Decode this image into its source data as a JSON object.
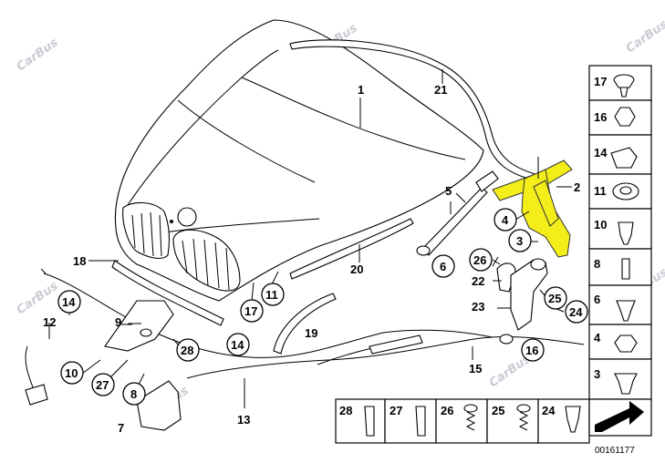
{
  "diagram_id": "00161177",
  "watermark": "CarBus",
  "colors": {
    "highlight": "#f3ee1a",
    "ink": "#000000",
    "watermark": "#c9ccd3"
  },
  "callouts": {
    "c1": "1",
    "c2": "2",
    "c3": "3",
    "c4": "4",
    "c5": "5",
    "c6": "6",
    "c7": "7",
    "c8": "8",
    "c9": "9",
    "c10": "10",
    "c11": "11",
    "c12": "12",
    "c13": "13",
    "c14a": "14",
    "c14b": "14",
    "c15": "15",
    "c16": "16",
    "c17": "17",
    "c18": "18",
    "c19": "19",
    "c20": "20",
    "c21": "21",
    "c22": "22",
    "c23": "23",
    "c24": "24",
    "c25": "25",
    "c26": "26",
    "c27": "27",
    "c28": "28"
  },
  "side_legend": [
    "17",
    "16",
    "14",
    "11",
    "10",
    "8",
    "6",
    "4",
    "3"
  ],
  "bottom_legend": [
    "28",
    "27",
    "26",
    "25",
    "24"
  ]
}
